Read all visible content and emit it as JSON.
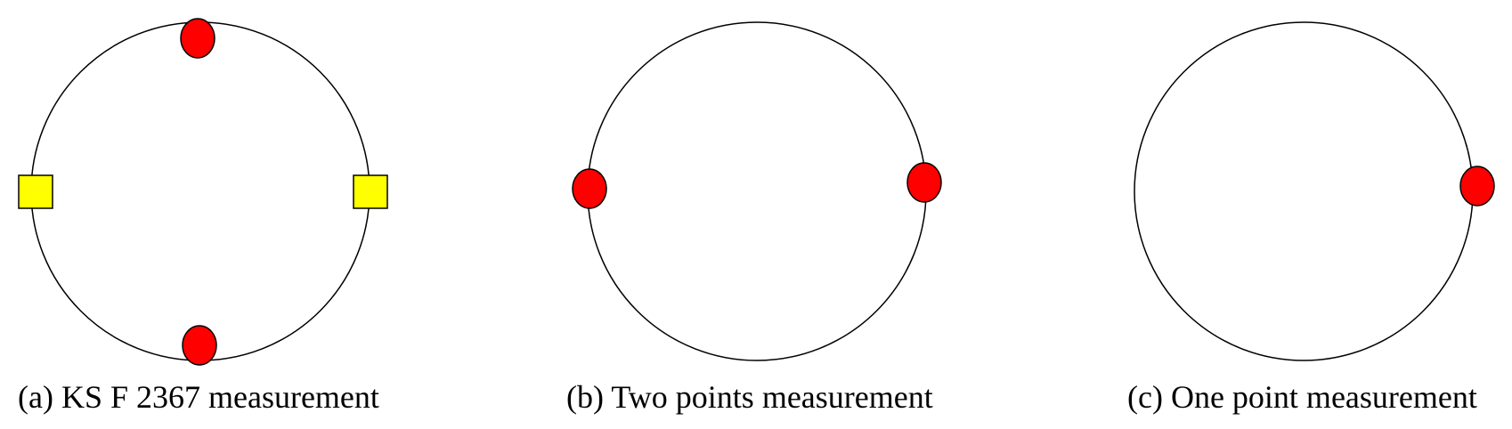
{
  "colors": {
    "outline": "#000000",
    "sensor_point": "#ff0000",
    "support_point": "#ffff00",
    "background": "#ffffff"
  },
  "panels": [
    {
      "caption": "(a) KS F 2367 measurement",
      "sensor_points": [
        "top",
        "bottom"
      ],
      "support_points": [
        "left",
        "right"
      ]
    },
    {
      "caption": "(b) Two points measurement",
      "sensor_points": [
        "left",
        "right"
      ],
      "support_points": []
    },
    {
      "caption": "(c) One point measurement",
      "sensor_points": [
        "right"
      ],
      "support_points": []
    }
  ]
}
